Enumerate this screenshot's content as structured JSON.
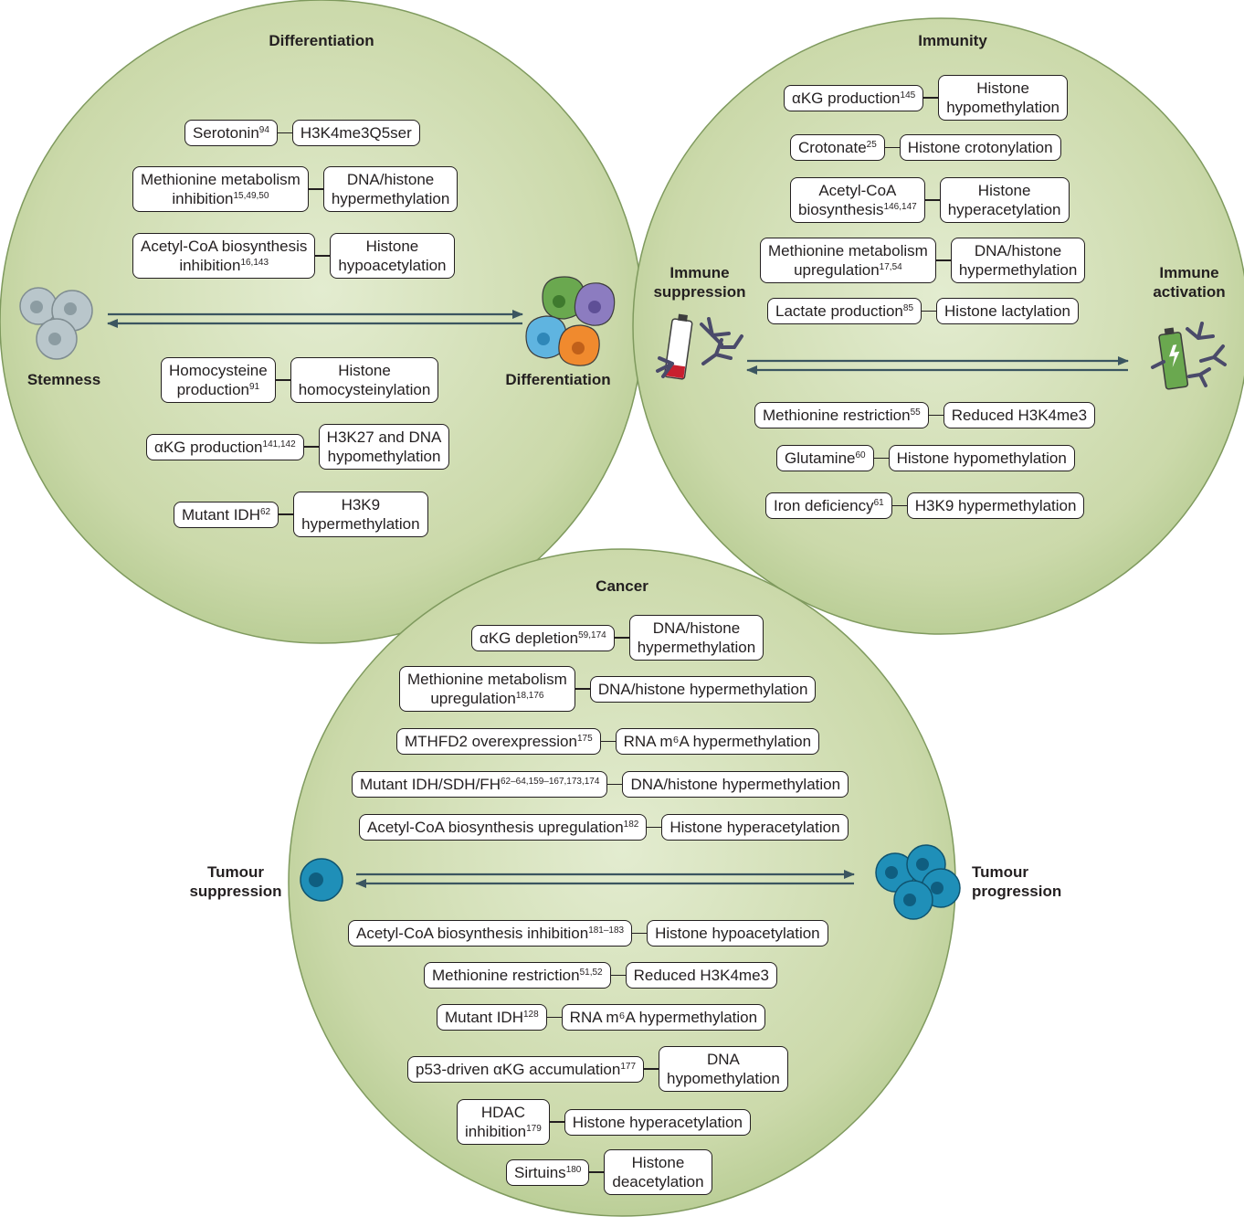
{
  "colors": {
    "circle_fill": "#c9d8a8",
    "circle_edge": "#8aa66a",
    "arrow": "#3b5560",
    "box_border": "#231f20"
  },
  "differentiation": {
    "title": "Differentiation",
    "left_label": "Stemness",
    "right_label": "Differentiation",
    "rows": [
      {
        "cause": "Serotonin",
        "cause_ref": "94",
        "cause_line2": "",
        "cause_line2_ref": "",
        "effect": "H3K4me3Q5ser",
        "effect_line2": ""
      },
      {
        "cause": "Methionine metabolism",
        "cause_ref": "",
        "cause_line2": "inhibition",
        "cause_line2_ref": "15,49,50",
        "effect": "DNA/histone",
        "effect_line2": "hypermethylation"
      },
      {
        "cause": "Acetyl-CoA biosynthesis",
        "cause_ref": "",
        "cause_line2": "inhibition",
        "cause_line2_ref": "16,143",
        "effect": "Histone",
        "effect_line2": "hypoacetylation"
      },
      {
        "cause": "Homocysteine",
        "cause_ref": "",
        "cause_line2": "production",
        "cause_line2_ref": "91",
        "effect": "Histone",
        "effect_line2": "homocysteinylation"
      },
      {
        "cause": "αKG production",
        "cause_ref": "141,142",
        "cause_line2": "",
        "cause_line2_ref": "",
        "effect": "H3K27 and DNA",
        "effect_line2": "hypomethylation"
      },
      {
        "cause": "Mutant IDH",
        "cause_ref": "62",
        "cause_line2": "",
        "cause_line2_ref": "",
        "effect": "H3K9",
        "effect_line2": "hypermethylation"
      }
    ]
  },
  "immunity": {
    "title": "Immunity",
    "left_label_1": "Immune",
    "left_label_2": "suppression",
    "right_label_1": "Immune",
    "right_label_2": "activation",
    "rows": [
      {
        "cause": "αKG production",
        "cause_ref": "145",
        "cause_line2": "",
        "cause_line2_ref": "",
        "effect": "Histone",
        "effect_line2": "hypomethylation"
      },
      {
        "cause": "Crotonate",
        "cause_ref": "25",
        "cause_line2": "",
        "cause_line2_ref": "",
        "effect": "Histone crotonylation",
        "effect_line2": ""
      },
      {
        "cause": "Acetyl-CoA",
        "cause_ref": "",
        "cause_line2": "biosynthesis",
        "cause_line2_ref": "146,147",
        "effect": "Histone",
        "effect_line2": "hyperacetylation"
      },
      {
        "cause": "Methionine metabolism",
        "cause_ref": "",
        "cause_line2": "upregulation",
        "cause_line2_ref": "17,54",
        "effect": "DNA/histone",
        "effect_line2": "hypermethylation"
      },
      {
        "cause": "Lactate production",
        "cause_ref": "85",
        "cause_line2": "",
        "cause_line2_ref": "",
        "effect": "Histone lactylation",
        "effect_line2": ""
      },
      {
        "cause": "Methionine restriction",
        "cause_ref": "55",
        "cause_line2": "",
        "cause_line2_ref": "",
        "effect": "Reduced H3K4me3",
        "effect_line2": ""
      },
      {
        "cause": "Glutamine",
        "cause_ref": "60",
        "cause_line2": "",
        "cause_line2_ref": "",
        "effect": "Histone hypomethylation",
        "effect_line2": ""
      },
      {
        "cause": "Iron deficiency",
        "cause_ref": "61",
        "cause_line2": "",
        "cause_line2_ref": "",
        "effect": "H3K9 hypermethylation",
        "effect_line2": ""
      }
    ]
  },
  "cancer": {
    "title": "Cancer",
    "left_label_1": "Tumour",
    "left_label_2": "suppression",
    "right_label_1": "Tumour",
    "right_label_2": "progression",
    "rows": [
      {
        "cause": "αKG depletion",
        "cause_ref": "59,174",
        "cause_line2": "",
        "cause_line2_ref": "",
        "effect": "DNA/histone",
        "effect_line2": "hypermethylation"
      },
      {
        "cause": "Methionine metabolism",
        "cause_ref": "",
        "cause_line2": "upregulation",
        "cause_line2_ref": "18,176",
        "effect": "DNA/histone hypermethylation",
        "effect_line2": ""
      },
      {
        "cause": "MTHFD2 overexpression",
        "cause_ref": "175",
        "cause_line2": "",
        "cause_line2_ref": "",
        "effect": "RNA m⁶A hypermethylation",
        "effect_line2": ""
      },
      {
        "cause": "Mutant IDH/SDH/FH",
        "cause_ref": "62–64,159–167,173,174",
        "cause_line2": "",
        "cause_line2_ref": "",
        "effect": "DNA/histone hypermethylation",
        "effect_line2": ""
      },
      {
        "cause": "Acetyl-CoA biosynthesis upregulation",
        "cause_ref": "182",
        "cause_line2": "",
        "cause_line2_ref": "",
        "effect": "Histone hyperacetylation",
        "effect_line2": ""
      },
      {
        "cause": "Acetyl-CoA biosynthesis inhibition",
        "cause_ref": "181–183",
        "cause_line2": "",
        "cause_line2_ref": "",
        "effect": "Histone hypoacetylation",
        "effect_line2": ""
      },
      {
        "cause": "Methionine restriction",
        "cause_ref": "51,52",
        "cause_line2": "",
        "cause_line2_ref": "",
        "effect": "Reduced H3K4me3",
        "effect_line2": ""
      },
      {
        "cause": "Mutant IDH",
        "cause_ref": "128",
        "cause_line2": "",
        "cause_line2_ref": "",
        "effect": "RNA m⁶A hypermethylation",
        "effect_line2": ""
      },
      {
        "cause": "p53-driven αKG accumulation",
        "cause_ref": "177",
        "cause_line2": "",
        "cause_line2_ref": "",
        "effect": "DNA",
        "effect_line2": "hypomethylation"
      },
      {
        "cause": "HDAC",
        "cause_ref": "",
        "cause_line2": "inhibition",
        "cause_line2_ref": "179",
        "effect": "Histone hyperacetylation",
        "effect_line2": ""
      },
      {
        "cause": "Sirtuins",
        "cause_ref": "180",
        "cause_line2": "",
        "cause_line2_ref": "",
        "effect": "Histone",
        "effect_line2": "deacetylation"
      }
    ]
  }
}
